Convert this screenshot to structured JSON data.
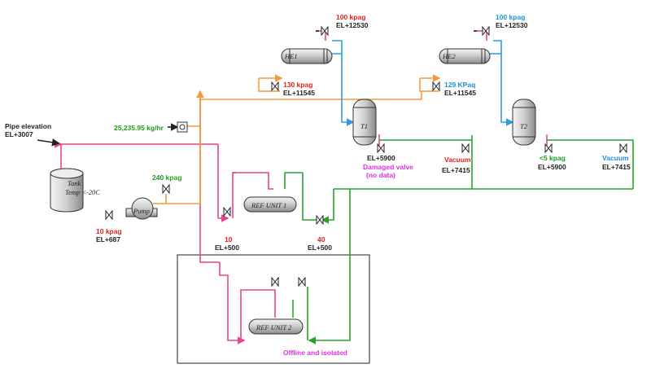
{
  "colors": {
    "pink_line": "#e8448c",
    "orange_line": "#f39a3c",
    "blue_line": "#2e9be0",
    "green_line": "#2aa32a",
    "red_text": "#e0201a",
    "green_text": "#1f9a1f",
    "blue_text": "#1e8fe0",
    "magenta_text": "#e030e0"
  },
  "labels": {
    "pipe_elevation": "Pipe elevation",
    "pipe_elevation_el": "EL+3007",
    "flow_rate": "25,235.95 kg/hr",
    "pump_discharge": "240 kpag",
    "tank_pressure": "10 kpag",
    "tank_el": "EL+687",
    "ref1_in_pressure": "10",
    "ref1_in_el": "EL+500",
    "ref1_out_pressure": "40",
    "ref1_out_el": "EL+500",
    "he1_in_pressure": "130 kpag",
    "he1_in_el": "EL+11545",
    "he1_top_pressure": "100 kpag",
    "he1_top_el": "EL+12530",
    "he2_in_pressure": "129 KPaq",
    "he2_in_el": "EL+11545",
    "he2_top_pressure": "100 kpag",
    "he2_top_el": "EL+12530",
    "t1_el": "EL+5900",
    "t1_damaged_line1": "Damaged valve",
    "t1_damaged_line2": "(no data)",
    "t1_vacuum": "Vacuum",
    "t1_vacuum_el": "EL+7415",
    "t2_pressure": "<5 kpag",
    "t2_el": "EL+5900",
    "t2_vacuum": "Vacuum",
    "t2_vacuum_el": "EL+7415",
    "offline": "Offline and isolated"
  },
  "equipment": {
    "tank_line1": "Tank",
    "tank_line2": "Temp <-20C",
    "pump": "Pump",
    "he1": "HE1",
    "he2": "HE2",
    "t1": "T1",
    "t2": "T2",
    "ref1": "REF UNIT 1",
    "ref2": "REF UNIT 2"
  }
}
